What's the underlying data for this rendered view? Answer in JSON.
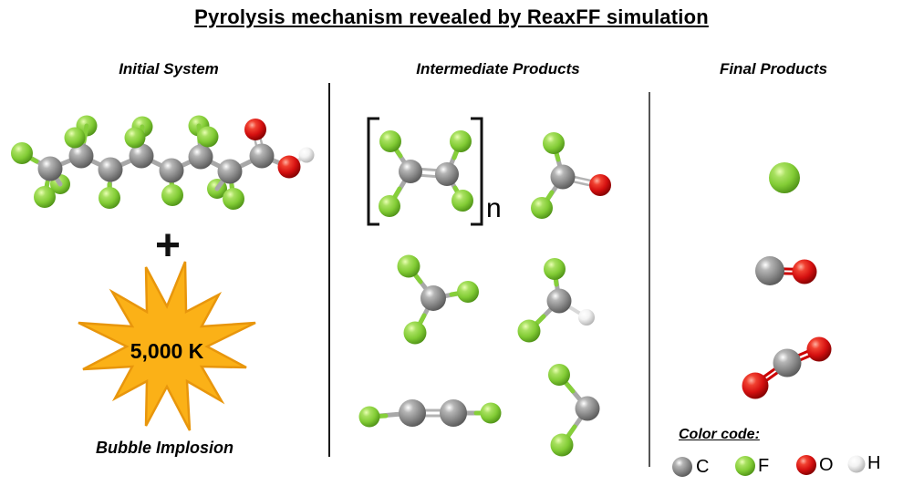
{
  "title": "Pyrolysis mechanism revealed by ReaxFF simulation",
  "columns": {
    "initial": {
      "header": "Initial System",
      "plus_sign": "+",
      "burst_label": "5,000 K",
      "caption": "Bubble Implosion",
      "molecules": [
        "perfluorooctanoic-acid-chain"
      ]
    },
    "intermediate": {
      "header": "Intermediate Products",
      "polymer_subscript": "n",
      "molecules": [
        "C2F4-repeat-unit-in-brackets",
        "COF2",
        "CF3",
        "CHF2",
        "C2F2-linear",
        "CF2-bent"
      ]
    },
    "final": {
      "header": "Final Products",
      "molecules": [
        "F-atom",
        "CO",
        "CO2"
      ]
    }
  },
  "legend": {
    "heading": "Color code:",
    "entries": [
      {
        "label": "C",
        "element": "carbon",
        "color": "#8a8a8a"
      },
      {
        "label": "F",
        "element": "fluorine",
        "color": "#82cc35"
      },
      {
        "label": "O",
        "element": "oxygen",
        "color": "#d51010"
      },
      {
        "label": "H",
        "element": "hydrogen",
        "color": "#f2f2f2"
      }
    ]
  },
  "colors": {
    "starburst_fill": "#FBB117",
    "starburst_stroke": "#E8960C",
    "bond_gray": "#a8a8a8",
    "bond_green": "#86cf3a",
    "bond_red": "#cc0000",
    "divider": "#1a1a1a"
  }
}
